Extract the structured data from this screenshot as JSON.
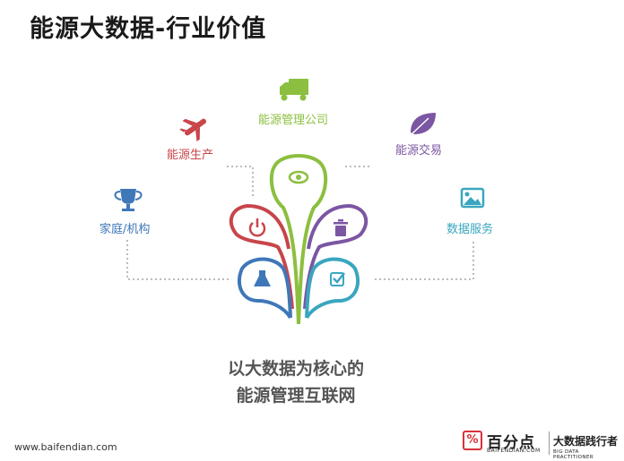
{
  "title": "能源大数据-行业价值",
  "nodes": {
    "company": {
      "label": "能源管理公司",
      "icon": "truck-icon",
      "color": "#8cbf3f"
    },
    "production": {
      "label": "能源生产",
      "icon": "airplane-icon",
      "color": "#c8454a"
    },
    "trading": {
      "label": "能源交易",
      "icon": "leaf-icon",
      "color": "#7b56a3"
    },
    "household": {
      "label": "家庭/机构",
      "icon": "trophy-icon",
      "color": "#3f77b8"
    },
    "dataservice": {
      "label": "数据服务",
      "icon": "image-icon",
      "color": "#3aa6bf"
    }
  },
  "center": {
    "line1": "以大数据为核心的",
    "line2": "能源管理互联网"
  },
  "petal_icons": [
    "eye-icon",
    "power-icon",
    "trash-icon",
    "flask-icon",
    "checkbox-icon"
  ],
  "footer": {
    "url": "www.baifendian.com",
    "logo_mark": "%",
    "logo_name": "百分点",
    "logo_domain": "BAIFENDIAN.COM",
    "slogan": "大数据践行者",
    "slogan_en": "BIG DATA PRACTITIONER"
  }
}
